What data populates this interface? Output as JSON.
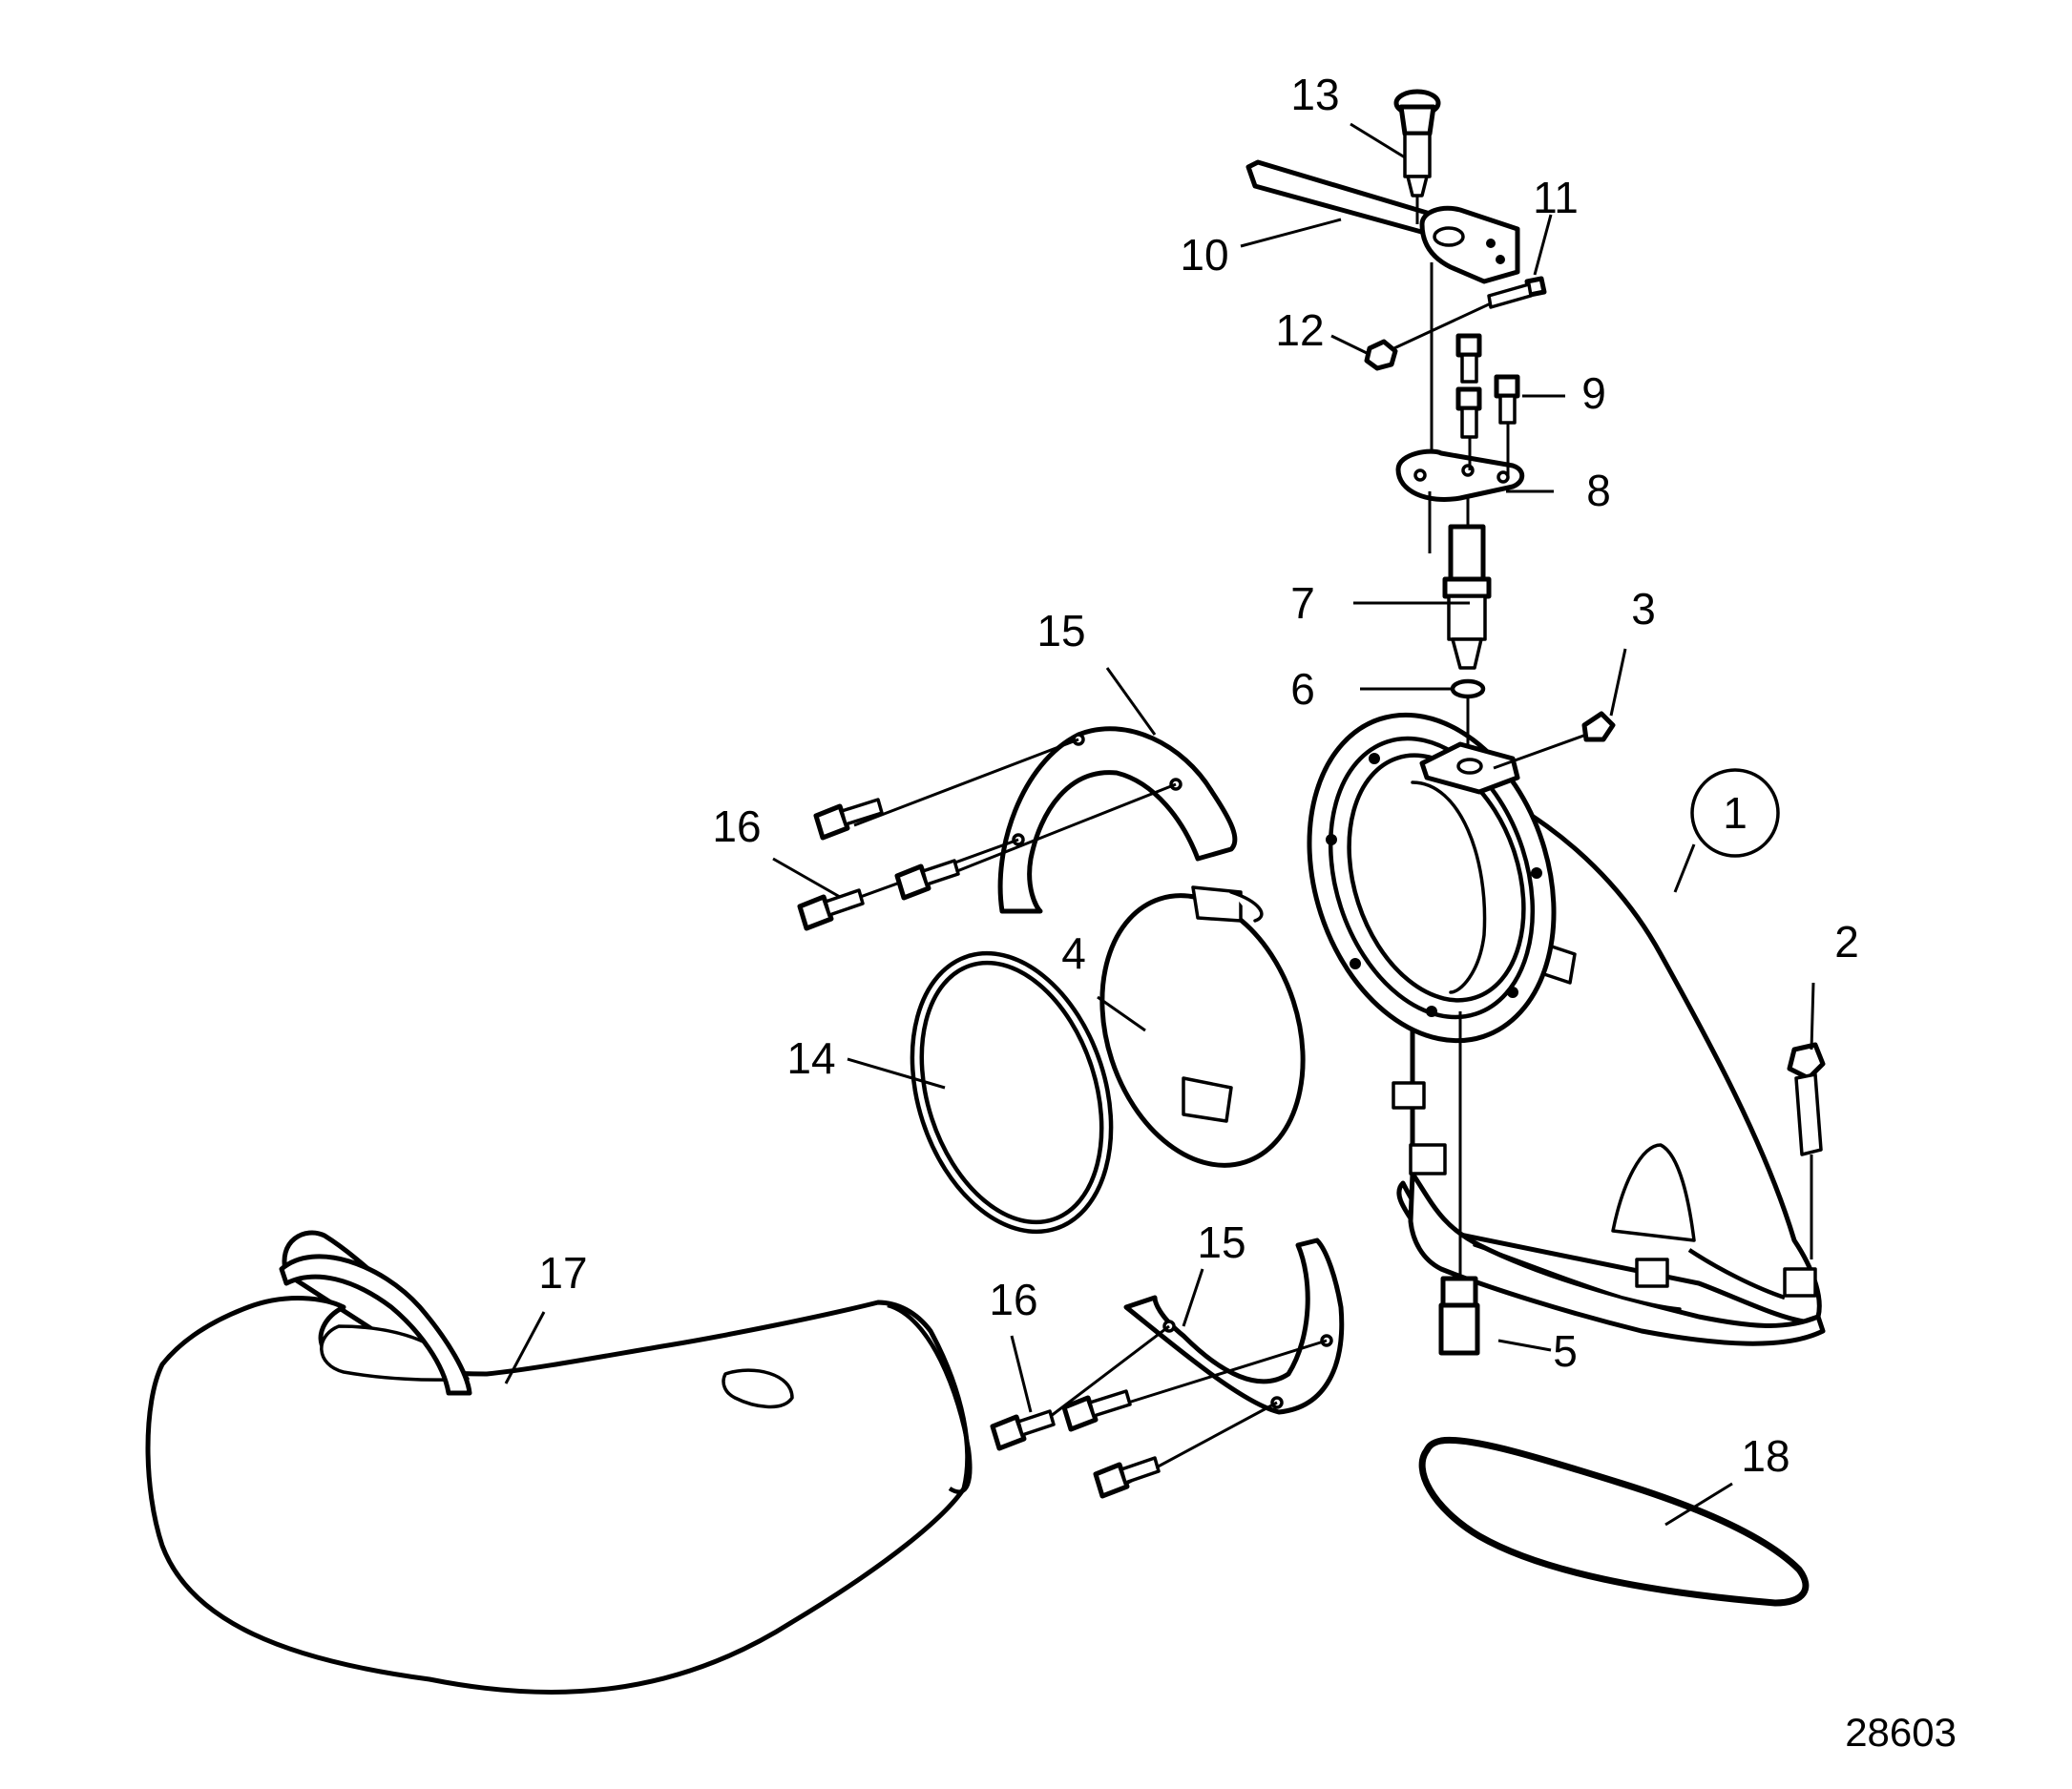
{
  "labels": {
    "l1": "1",
    "l2": "2",
    "l3": "3",
    "l4": "4",
    "l5": "5",
    "l6": "6",
    "l7": "7",
    "l8": "8",
    "l9": "9",
    "l10": "10",
    "l11": "11",
    "l12": "12",
    "l13": "13",
    "l14": "14",
    "l15a": "15",
    "l15b": "15",
    "l16a": "16",
    "l16b": "16",
    "l17": "17",
    "l18": "18"
  },
  "reference_number": "28603"
}
